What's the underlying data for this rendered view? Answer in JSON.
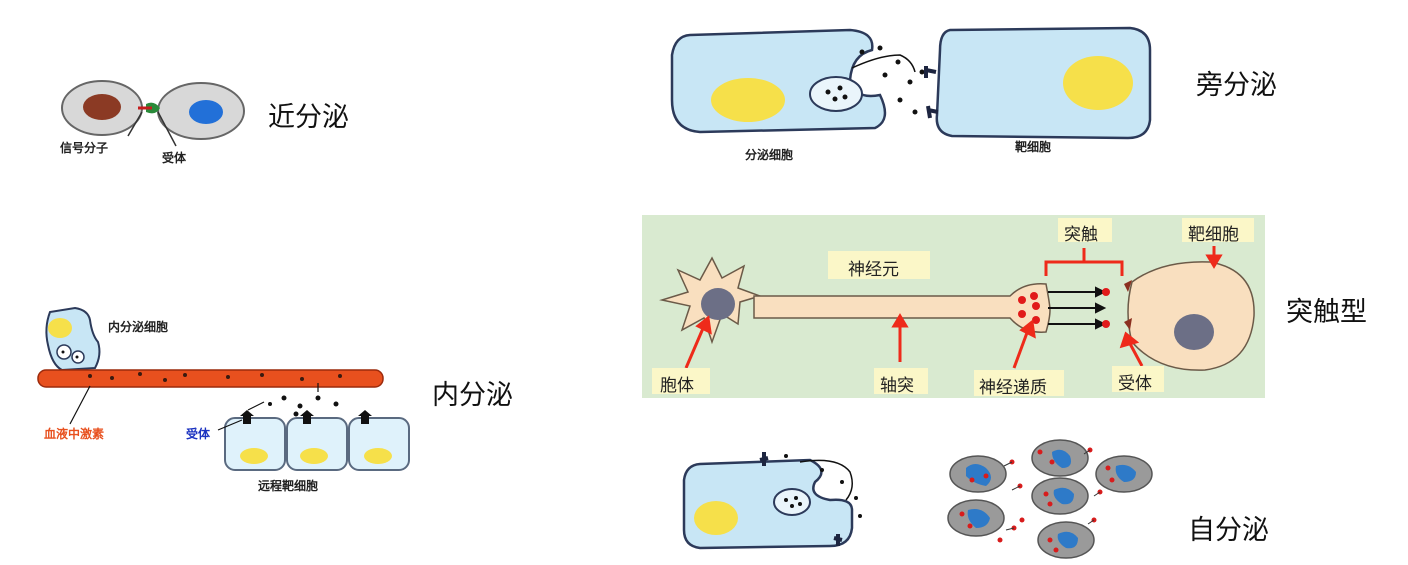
{
  "titles": {
    "juxtacrine": "近分泌",
    "paracrine": "旁分泌",
    "endocrine": "内分泌",
    "synaptic": "突触型",
    "autocrine": "自分泌"
  },
  "juxtacrine": {
    "signal_molecule": "信号分子",
    "receptor": "受体"
  },
  "paracrine": {
    "secreting_cell": "分泌细胞",
    "target_cell": "靶细胞"
  },
  "endocrine": {
    "endocrine_cell": "内分泌细胞",
    "blood_hormone": "血液中激素",
    "receptor": "受体",
    "distant_target": "远程靶细胞"
  },
  "synaptic": {
    "synapse": "突触",
    "target_cell": "靶细胞",
    "neuron": "神经元",
    "cell_body": "胞体",
    "axon": "轴突",
    "neurotransmitter": "神经递质",
    "receptor": "受体"
  },
  "colors": {
    "cell_blue": "#c8e6f5",
    "nucleus_yellow": "#f6e04a",
    "vessel_red": "#e8501e",
    "synapse_bg": "#d9ead0",
    "neuron_fill": "#f9dfbf",
    "label_bg": "#fbf7c8",
    "arrow_red": "#ee2a1a"
  }
}
